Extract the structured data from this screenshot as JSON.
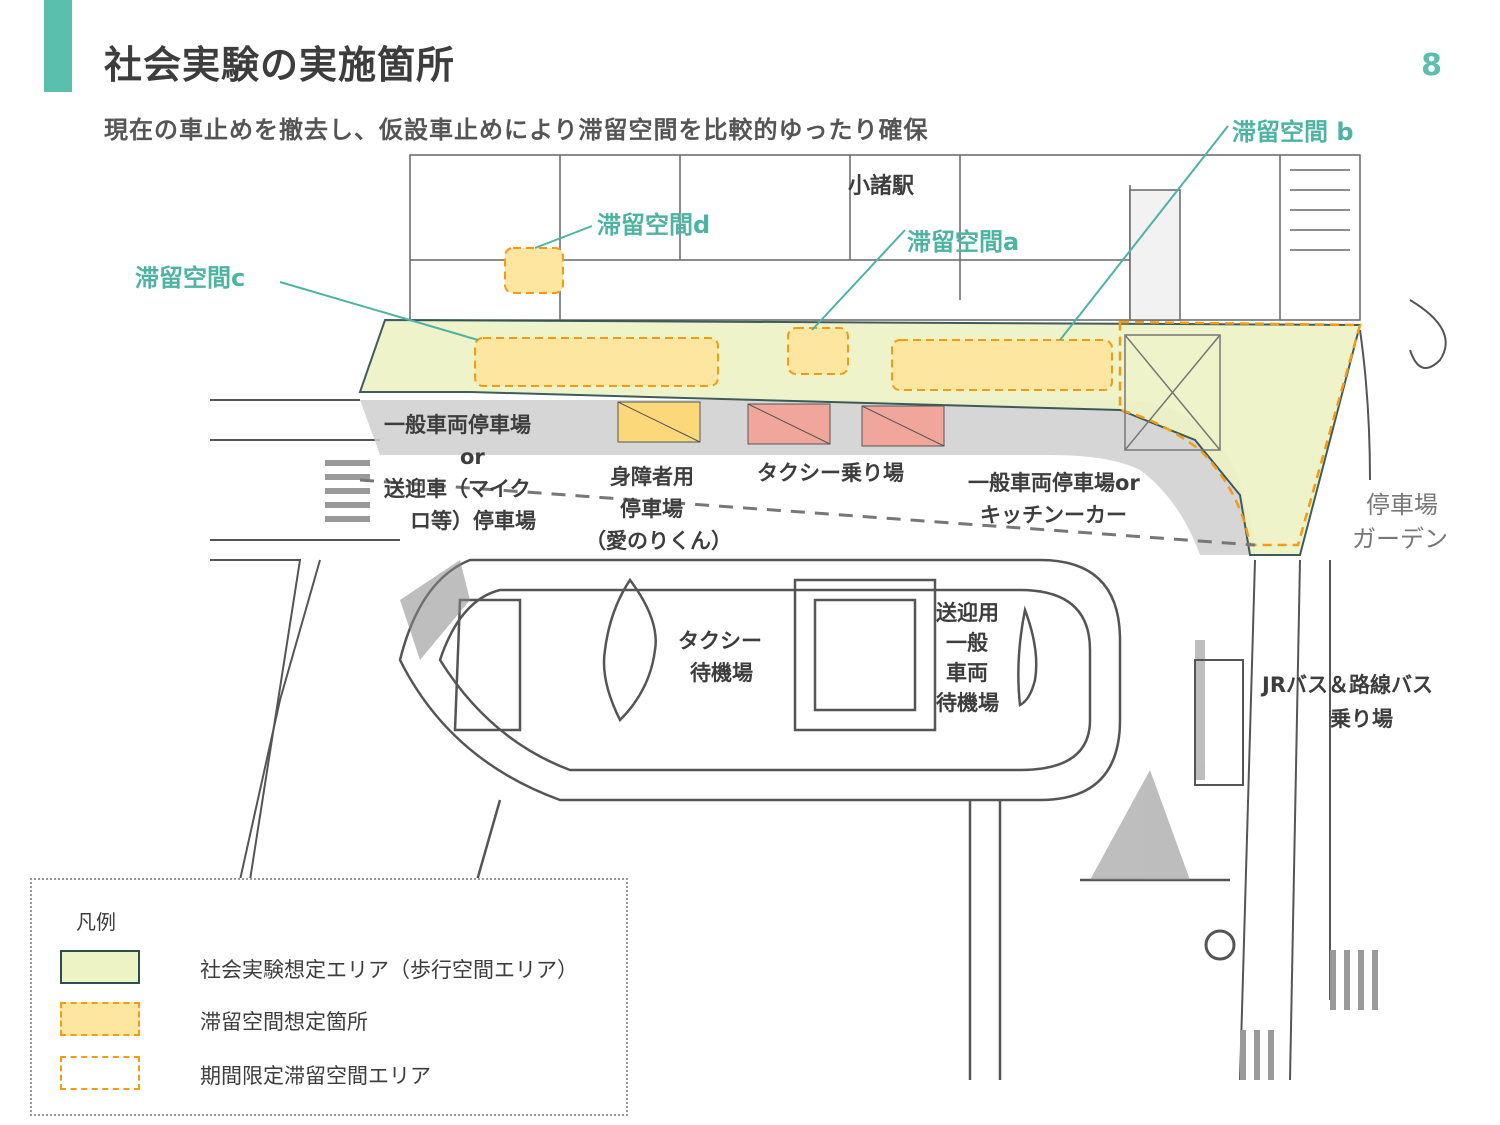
{
  "header": {
    "title": "社会実験の実施箇所",
    "page_number": "8",
    "subtitle": "現在の車止めを撤去し、仮設車止めにより滞留空間を比較的ゆったり確保"
  },
  "colors": {
    "accent": "#5bbfae",
    "experiment_area": "#eef3c6",
    "staying_space": "#fde6a0",
    "dashed_orange": "#f39c12",
    "taxi_pink": "#f0a69a",
    "disabled_yellow": "#fbd97a",
    "road_gray": "#cfcfcf"
  },
  "zones": {
    "a": "滞留空間a",
    "b": "滞留空間 b",
    "c": "滞留空間c",
    "d": "滞留空間d"
  },
  "map_labels": {
    "station": "小諸駅",
    "general_parking": "一般車両停車場",
    "or": "or",
    "pickup_line1": "送迎車（マイク",
    "pickup_line2": "ロ等）停車場",
    "disabled_line1": "身障者用",
    "disabled_line2": "停車場",
    "disabled_line3": "（愛のりくん）",
    "taxi_stand": "タクシー乗り場",
    "general_or_line1": "一般車両停車場or",
    "general_or_line2": "キッチンーカー",
    "taxi_wait_line1": "タクシー",
    "taxi_wait_line2": "待機場",
    "pickup_wait_line1": "送迎用",
    "pickup_wait_line2": "一般",
    "pickup_wait_line3": "車両",
    "pickup_wait_line4": "待機場",
    "bus_line1": "JRバス＆路線バス",
    "bus_line2": "乗り場",
    "garden_line1": "停車場",
    "garden_line2": "ガーデン"
  },
  "legend": {
    "title": "凡例",
    "items": [
      {
        "label": "社会実験想定エリア（歩行空間エリア）"
      },
      {
        "label": "滞留空間想定箇所"
      },
      {
        "label": "期間限定滞留空間エリア"
      }
    ]
  }
}
